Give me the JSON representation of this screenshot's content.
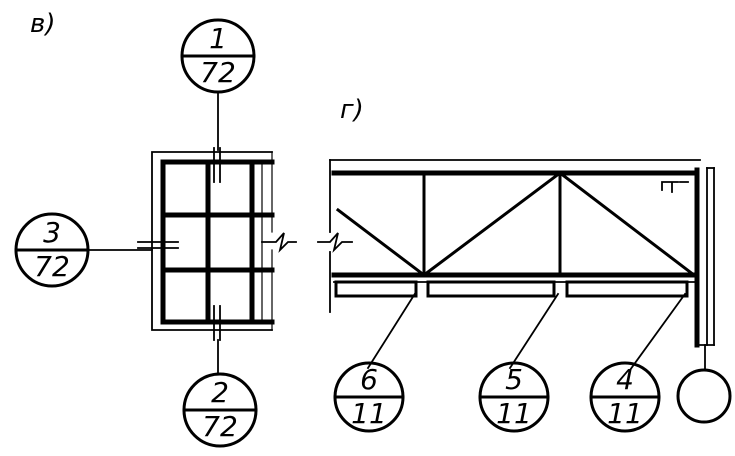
{
  "view_labels": {
    "left": "в)",
    "right": "г)"
  },
  "callouts": {
    "c1": {
      "top": "1",
      "bottom": "72"
    },
    "c2": {
      "top": "2",
      "bottom": "72"
    },
    "c3": {
      "top": "3",
      "bottom": "72"
    },
    "c4": {
      "top": "4",
      "bottom": "11"
    },
    "c5": {
      "top": "5",
      "bottom": "11"
    },
    "c6": {
      "top": "6",
      "bottom": "11"
    },
    "c7": {
      "top": "",
      "bottom": ""
    }
  }
}
